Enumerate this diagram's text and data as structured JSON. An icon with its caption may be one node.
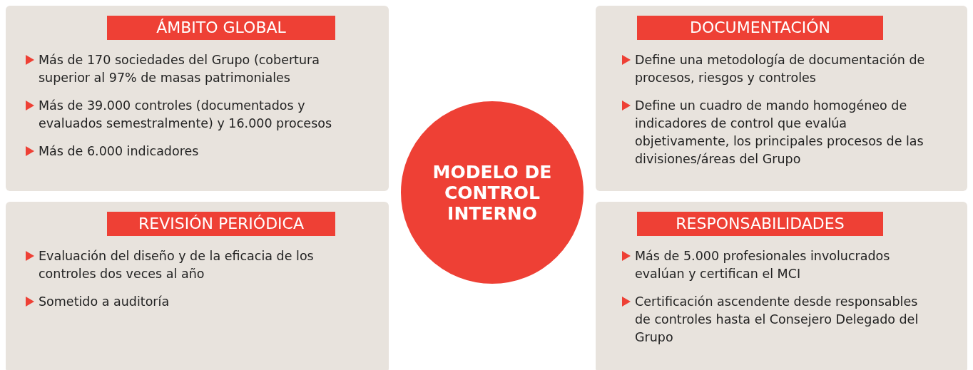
{
  "diagram": {
    "nodes": [
      {
        "text": [
          "Más de 170 sociedades del Grupo (cobertura superior al 97% de masas patrimoniales",
          "Más de 39.000 controles (documentados y evaluados semestralmente) y 16.000 procesos",
          "Más de 6.000 indicadores"
        ]
      },
      {
        "text": [
          "ÁMBITO GLOBAL"
        ],
        "in": 0
      },
      {
        "text": [
          "Define una metodología de documentación de procesos, riesgos y controles",
          "Define un cuadro de mando homogéneo de indicadores de control que evalúa objetivamente, los principales procesos de las divisiones/áreas del Grupo"
        ]
      },
      {
        "text": [
          "DOCUMENTACIÓN"
        ],
        "in": 2
      },
      {
        "text": [
          "Evaluación del diseño y de la eficacia de los controles dos veces al año",
          "Sometido a auditoría"
        ]
      },
      {
        "text": [
          "REVISIÓN PERIÓDICA"
        ],
        "in": 4
      },
      {
        "text": [
          "Más de 5.000 profesionales involucrados evalúan y certifican el MCI",
          "Certificación ascendente desde responsables de controles hasta el Consejero Delegado del Grupo"
        ]
      },
      {
        "text": [
          "RESPONSABILIDADES"
        ],
        "in": 6
      },
      {
        "text": [
          "MODELO DE CONTROL INTERNO"
        ]
      }
    ]
  }
}
